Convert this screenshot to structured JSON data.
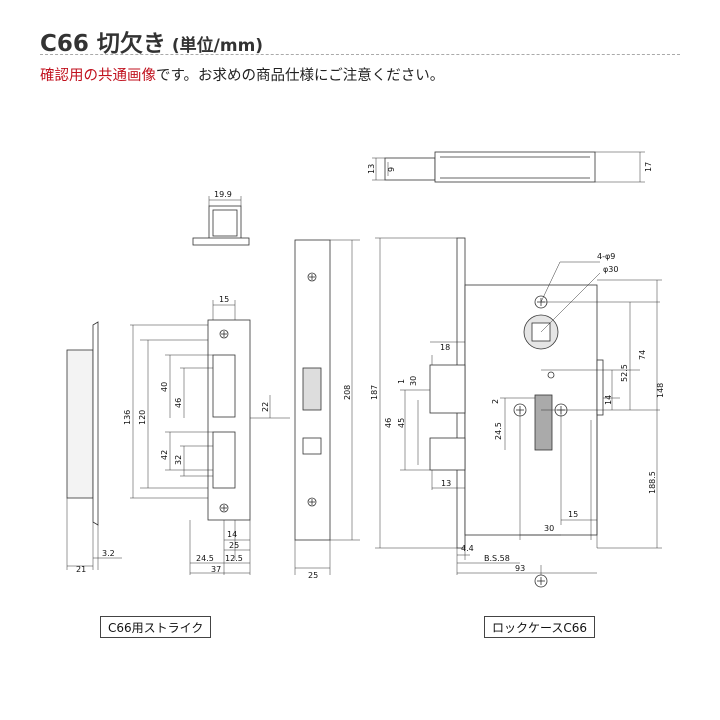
{
  "header": {
    "title": "C66 切欠き",
    "unit": "(単位/mm)",
    "note_red": "確認用の共通画像",
    "note_rest": "です。お求めの商品仕様にご注意ください。"
  },
  "captions": {
    "strike": "C66用ストライク",
    "lockcase": "ロックケースC66"
  },
  "strike_dims": {
    "w199": "19.9",
    "w15": "15",
    "d40": "40",
    "d46": "46",
    "d136": "136",
    "d120": "120",
    "d42": "42",
    "d32": "32",
    "d14": "14",
    "d25": "25",
    "d245": "24.5",
    "d125": "12.5",
    "d37": "37",
    "d21": "21",
    "d32b": "3.2"
  },
  "plate_dims": {
    "d22": "22",
    "d208": "208",
    "d25": "25"
  },
  "case_dims": {
    "d13": "13",
    "d9": "9",
    "d17": "17",
    "holes": "4-φ9",
    "dia30": "φ30",
    "d187": "187",
    "d18": "18",
    "d1": "1",
    "d30": "30",
    "d46": "46",
    "d45": "45",
    "d2": "2",
    "d245": "24.5",
    "d13b": "13",
    "d525": "52.5",
    "d74": "74",
    "d14": "14",
    "d148": "148",
    "d1885": "188.5",
    "d15": "15",
    "d30b": "30",
    "d44": "4.4",
    "bs": "B.S.58",
    "d93": "93"
  }
}
